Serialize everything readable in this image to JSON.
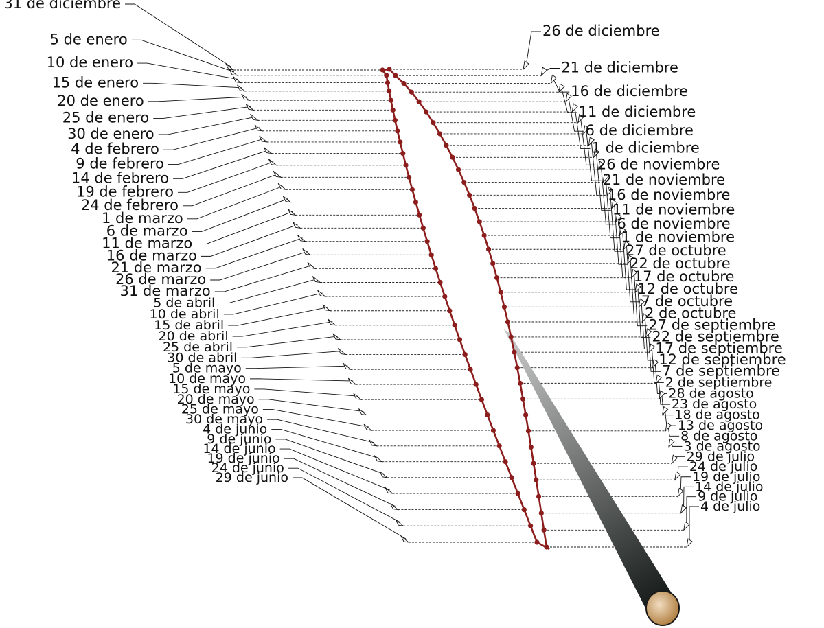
{
  "diagram": {
    "colors": {
      "curve": "#8c1d1d",
      "gnomon_light": "#c8c8c8",
      "gnomon_dark": "#101614",
      "cap_light": "#f2dcc0",
      "cap_dark": "#a87432"
    },
    "left_labels": [
      "31 de diciembre",
      "5 de enero",
      "10 de enero",
      "15 de enero",
      "20 de enero",
      "25 de enero",
      "30 de enero",
      "4 de febrero",
      "9 de febrero",
      "14 de febrero",
      "19 de febrero",
      "24 de febrero",
      "1 de marzo",
      "6 de marzo",
      "11 de marzo",
      "16 de marzo",
      "21 de marzo",
      "26 de marzo",
      "31 de marzo",
      "5 de abril",
      "10 de abril",
      "15 de abril",
      "20 de abril",
      "25 de abril",
      "30 de abril",
      "5 de mayo",
      "10 de mayo",
      "15 de mayo",
      "20 de mayo",
      "25 de mayo",
      "30 de mayo",
      "4 de junio",
      "9 de junio",
      "14 de junio",
      "19 de junio",
      "24 de junio",
      "29 de junio"
    ],
    "right_labels": [
      "26 de diciembre",
      "21 de diciembre",
      "16 de diciembre",
      "11 de diciembre",
      "6 de diciembre",
      "1 de diciembre",
      "26 de noviembre",
      "21 de noviembre",
      "16 de noviembre",
      "11 de noviembre",
      "6 de noviembre",
      "1 de noviembre",
      "27 de octubre",
      "22 de octubre",
      "17 de octubre",
      "12 de octubre",
      "7 de octubre",
      "2 de octubre",
      "27 de septiembre",
      "22 de septiembre",
      "17 de septiembre",
      "12 de septiembre",
      "7 de septiembre",
      "2 de septiembre",
      "28 de agosto",
      "23 de agosto",
      "18 de agosto",
      "13 de agosto",
      "8 de agosto",
      "3 de agosto",
      "29 de julio",
      "24 de julio",
      "19 de julio",
      "14 de julio",
      "9 de julio",
      "4 de julio"
    ]
  }
}
